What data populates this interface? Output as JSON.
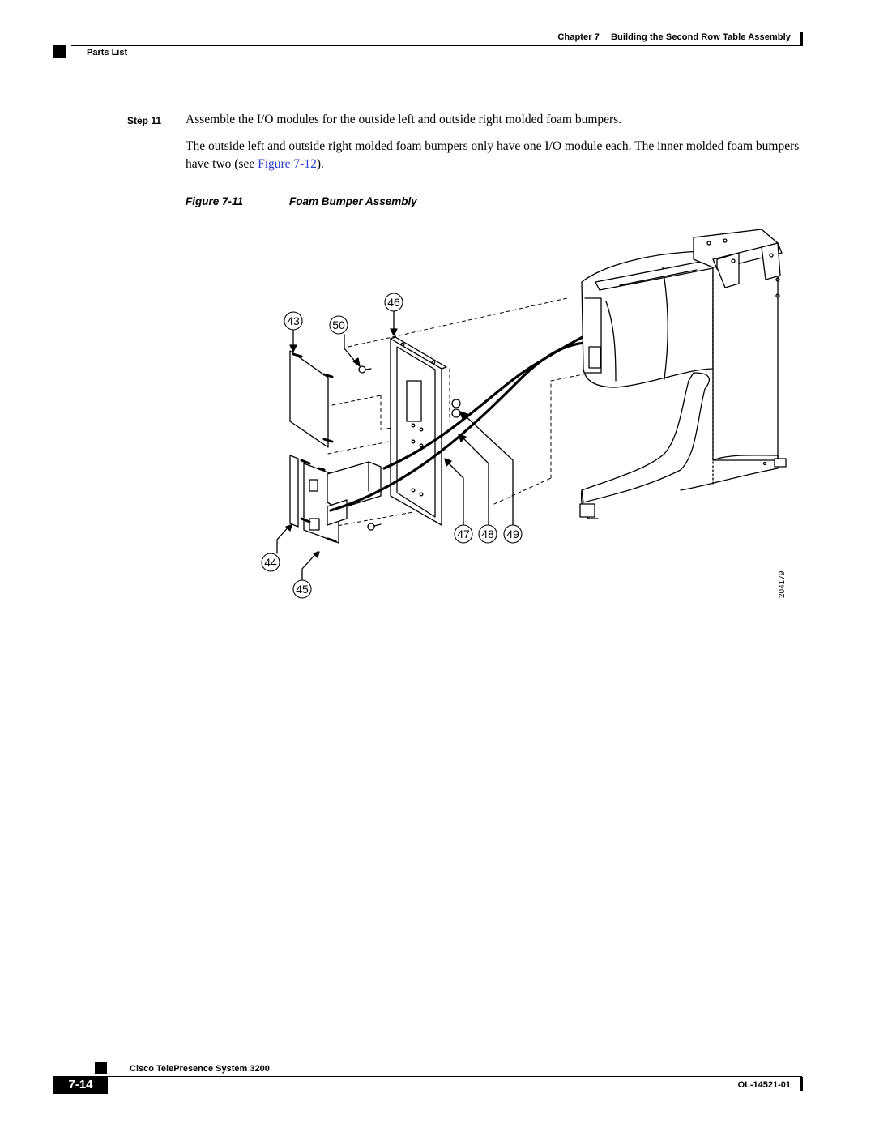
{
  "header": {
    "chapter": "Chapter 7",
    "chapter_title": "Building the Second Row Table Assembly",
    "section": "Parts List"
  },
  "step": {
    "label": "Step 11",
    "text": "Assemble the I/O modules for the outside left and outside right molded foam bumpers."
  },
  "paragraph": {
    "before_link": "The outside left and outside right molded foam bumpers only have one I/O module each. The inner molded foam bumpers have two (see ",
    "link_text": "Figure 7-12",
    "after_link": ")."
  },
  "figure": {
    "number": "Figure 7-11",
    "title": "Foam Bumper Assembly",
    "art_id": "204179",
    "callouts": [
      "43",
      "50",
      "46",
      "47",
      "48",
      "49",
      "44",
      "45"
    ]
  },
  "footer": {
    "product": "Cisco TelePresence System 3200",
    "page": "7-14",
    "doc_id": "OL-14521-01"
  },
  "colors": {
    "link": "#2a3cd6",
    "ink": "#000000"
  }
}
